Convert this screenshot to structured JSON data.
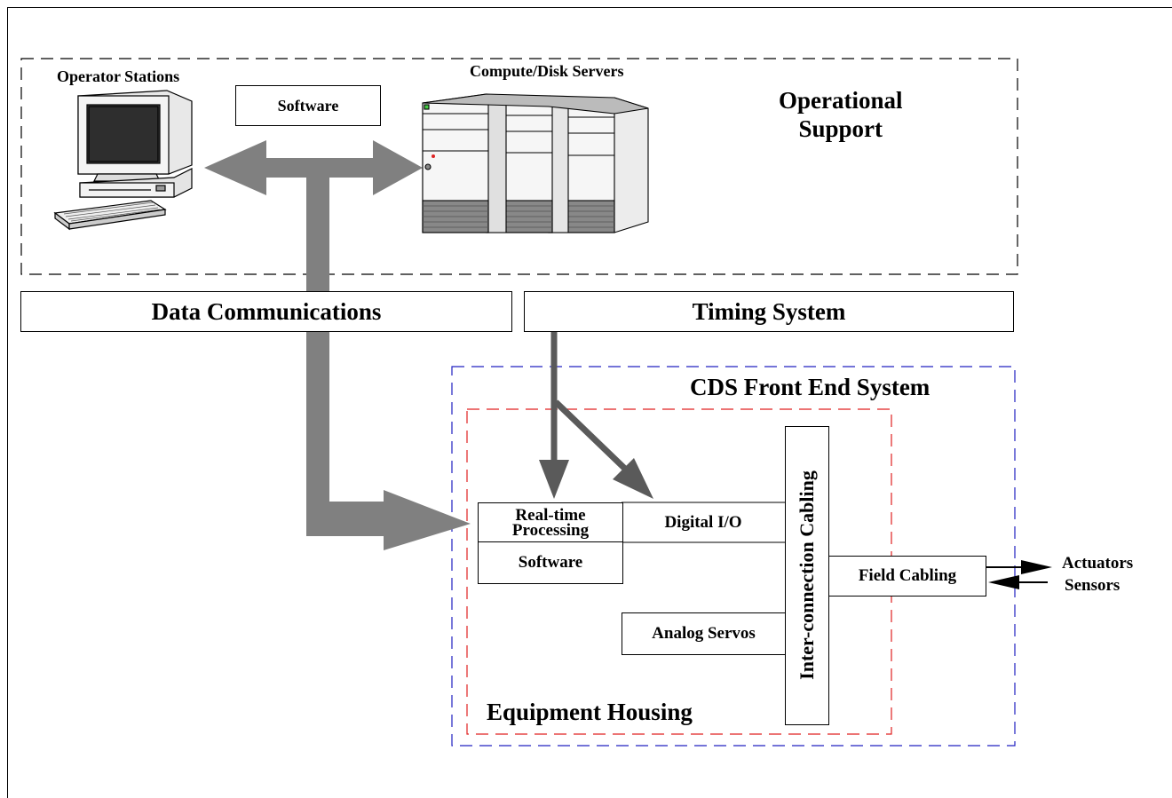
{
  "operational_support": {
    "label": "Operational\nSupport",
    "operator_stations": "Operator Stations",
    "software": "Software",
    "compute_servers": "Compute/Disk Servers"
  },
  "data_communications": "Data Communications",
  "timing_system": "Timing System",
  "cds_front_end": {
    "label": "CDS Front End System",
    "equipment_housing": "Equipment Housing",
    "realtime_processing": "Real-time\nProcessing",
    "software": "Software",
    "digital_io": "Digital I/O",
    "analog_servos": "Analog Servos",
    "interconnection_cabling": "Inter-connection Cabling",
    "field_cabling": "Field Cabling"
  },
  "external": {
    "actuators": "Actuators",
    "sensors": "Sensors"
  },
  "colors": {
    "arrow_light": "#808080",
    "arrow_dark": "#5a5a5a",
    "front_end_border": "#2020c0",
    "housing_border": "#e02020"
  }
}
